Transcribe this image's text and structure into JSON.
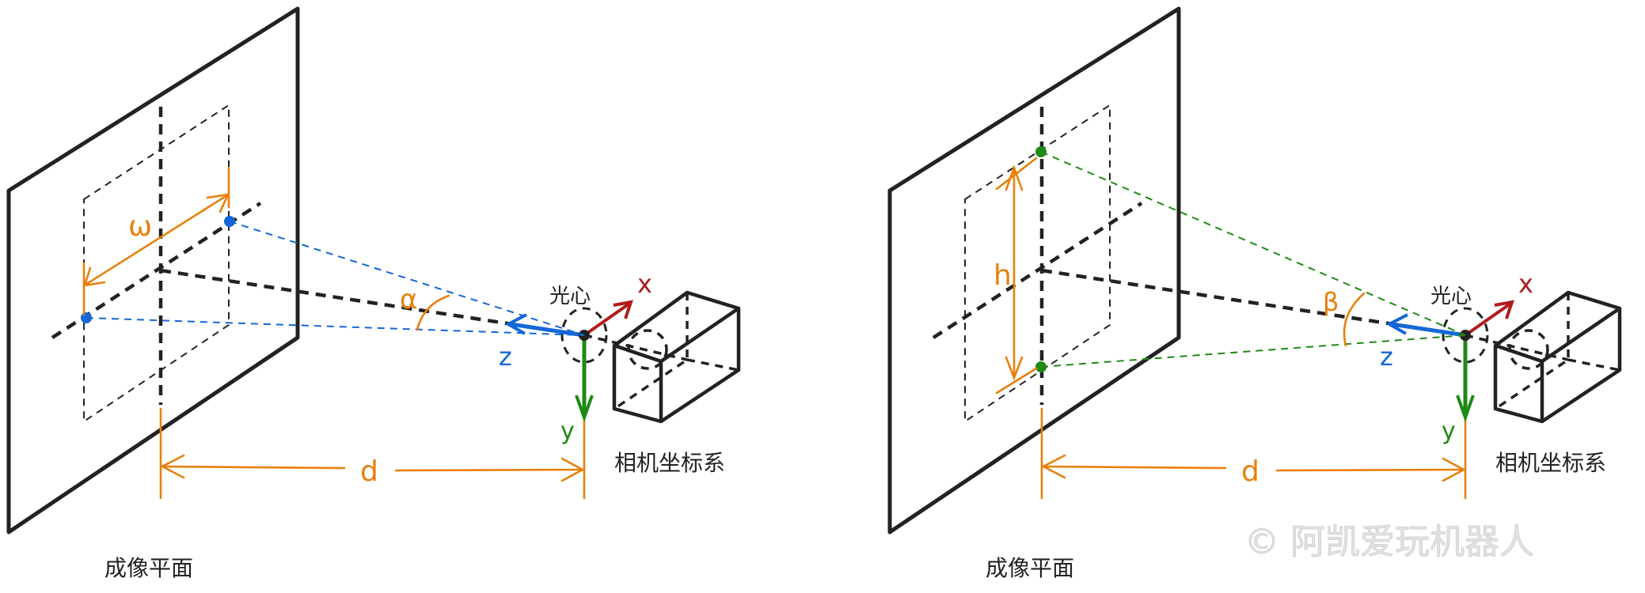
{
  "colors": {
    "orange": "#e8800c",
    "blue": "#1467d6",
    "green": "#1e8a14",
    "red": "#b01c1c",
    "black": "#222222",
    "watermark": "#dddddd"
  },
  "left_panel": {
    "plane_label": "成像平面",
    "width_label": "ω",
    "angle_label": "α",
    "distance_label": "d",
    "optical_center_label": "光心",
    "axis_x": "x",
    "axis_y": "y",
    "axis_z": "z",
    "camera_frame_label": "相机坐标系"
  },
  "right_panel": {
    "plane_label": "成像平面",
    "height_label": "h",
    "angle_label": "β",
    "distance_label": "d",
    "optical_center_label": "光心",
    "axis_x": "x",
    "axis_y": "y",
    "axis_z": "z",
    "camera_frame_label": "相机坐标系"
  },
  "watermark": "© 阿凯爱玩机器人"
}
